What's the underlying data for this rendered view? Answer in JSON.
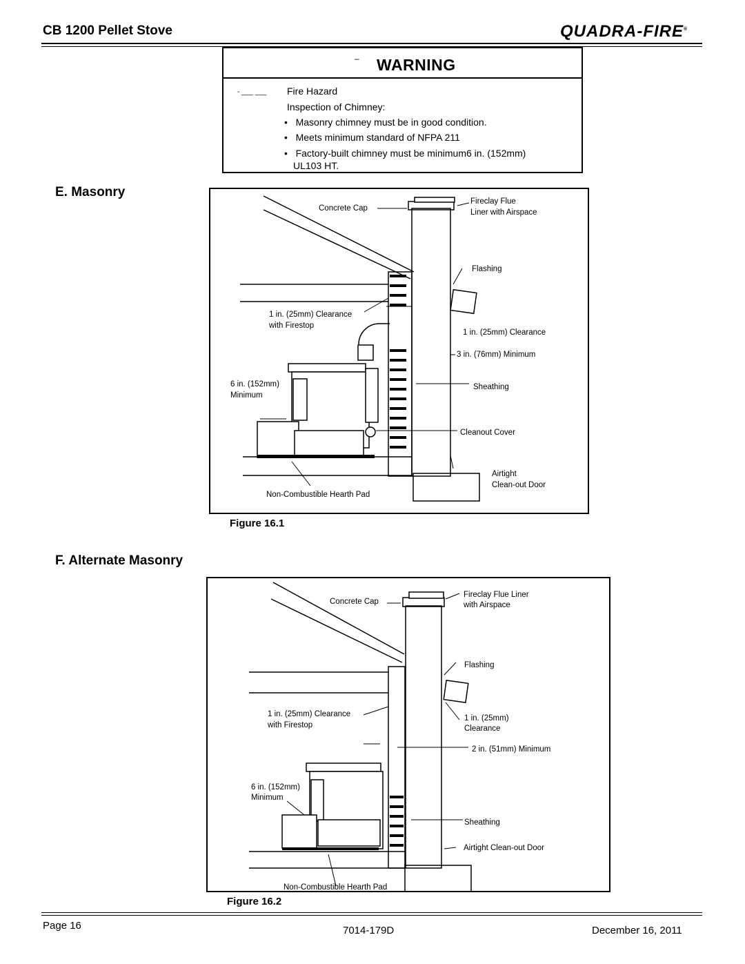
{
  "header": {
    "title": "CB 1200 Pellet Stove",
    "logo": "QUADRA-FIRE",
    "logo_mark": "®"
  },
  "warning": {
    "title": "WARNING",
    "lines": [
      "Fire Hazard",
      "Inspection of Chimney:"
    ],
    "bullets": [
      "Masonry chimney must be in good condition.",
      "Meets minimum standard of NFPA 211",
      "Factory-built chimney must be minimum6 in. (152mm)",
      "UL103 HT."
    ]
  },
  "section_e": {
    "heading": "E.  Masonry",
    "caption": "Figure 16.1",
    "labels": {
      "concrete_cap": "Concrete Cap",
      "fireclay_1": "Fireclay Flue",
      "fireclay_2": "Liner with Airspace",
      "flashing": "Flashing",
      "clearance_fs_1": "1 in. (25mm) Clearance",
      "clearance_fs_2": "with Firestop",
      "clearance_r": "1 in. (25mm) Clearance",
      "minimum_3in": "3 in. (76mm) Minimum",
      "min6_1": "6 in. (152mm)",
      "min6_2": "Minimum",
      "sheathing": "Sheathing",
      "cleanout": "Cleanout Cover",
      "airtight_1": "Airtight",
      "airtight_2": "Clean-out Door",
      "hearth": "Non-Combustible Hearth Pad"
    }
  },
  "section_f": {
    "heading": "F.  Alternate Masonry",
    "caption": "Figure 16.2",
    "labels": {
      "concrete_cap": "Concrete Cap",
      "fireclay_1": "Fireclay Flue Liner",
      "fireclay_2": "with Airspace",
      "flashing": "Flashing",
      "clearance_fs_1": "1 in. (25mm) Clearance",
      "clearance_fs_2": "with Firestop",
      "clearance_r1": "1 in. (25mm)",
      "clearance_r2": "Clearance",
      "minimum_2in": "2 in. (51mm) Minimum",
      "min6_1": "6 in. (152mm)",
      "min6_2": "Minimum",
      "sheathing": "Sheathing",
      "airtight": "Airtight Clean-out Door",
      "hearth": "Non-Combustible Hearth Pad"
    }
  },
  "footer": {
    "page": "Page  16",
    "doc": "7014-179D",
    "date": "December 16, 2011"
  }
}
